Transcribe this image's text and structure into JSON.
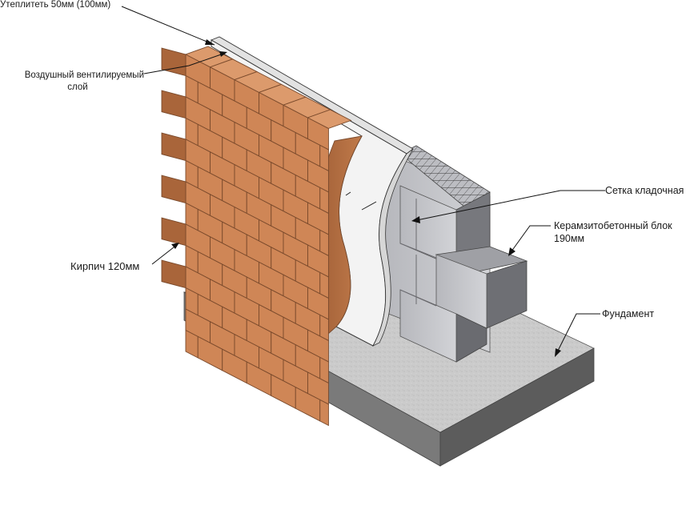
{
  "labels": {
    "insulation": "Утеплитеть 50мм (100мм)",
    "air_gap_line1": "Воздушный вентилируемый",
    "air_gap_line2": "слой",
    "brick": "Кирпич 120мм",
    "mesh": "Сетка кладочная",
    "block_line1": "Керамзитобетонный блок",
    "block_line2": "190мм",
    "foundation": "Фундамент"
  },
  "colors": {
    "brick_front": "#cf8656",
    "brick_top": "#dc9a6c",
    "brick_side": "#a9653a",
    "mortar": "#7a4a2c",
    "insulation": "#f4f4f4",
    "block_front": "#c4c4c8",
    "block_side": "#7e7f84",
    "block_top": "#9a9ba0",
    "foundation_top": "#c9c9c9",
    "foundation_side": "#6b6b6b"
  }
}
